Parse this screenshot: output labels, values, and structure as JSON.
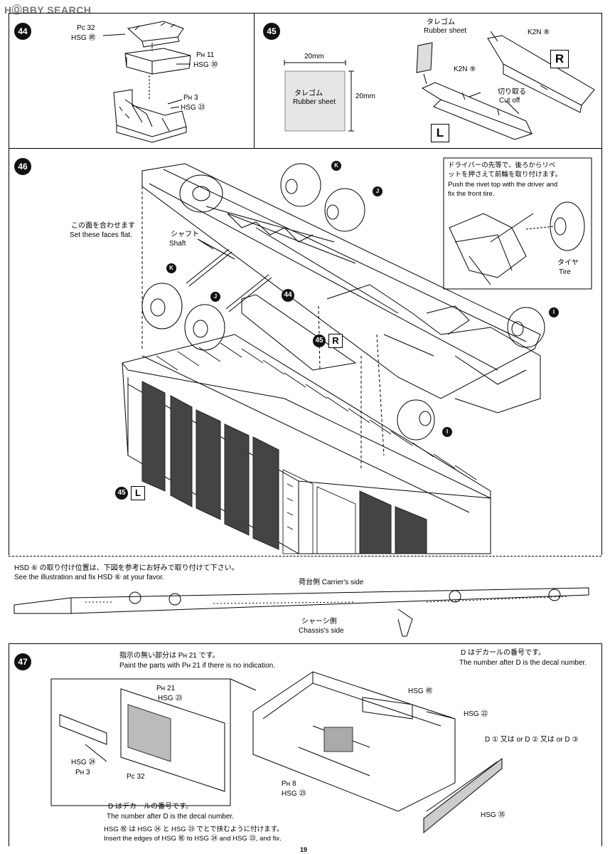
{
  "watermark": "HⓄBBY SEARCH",
  "page_number": "19",
  "steps": {
    "s44": {
      "number": "44",
      "labels": [
        "Pᴄ 32",
        "HSG ㊗",
        "Pʜ 11",
        "HSG ㉚",
        "Pʜ 3",
        "HSG ㉓"
      ]
    },
    "s45": {
      "number": "45",
      "sheet_width": "20mm",
      "sheet_height": "20mm",
      "sheet_jp": "タレゴム",
      "sheet_en": "Rubber sheet",
      "top_jp": "タレゴム",
      "top_en": "Rubber sheet",
      "k2n8": "K2N ⑧",
      "k2n9": "K2N ⑨",
      "cut_jp": "切り取る",
      "cut_en": "Cut off",
      "right_mark": "R",
      "left_mark": "L"
    },
    "s46": {
      "number": "46",
      "faces_jp": "この面を合わせます",
      "faces_en": "Set these faces flat.",
      "shaft_jp": "シャフト",
      "shaft_en": "Shaft",
      "detail_jp1": "ドライバーの先等で、後ろからリベ",
      "detail_jp2": "ットを押さえて前輪を取り付けます。",
      "detail_en1": "Push the rivet top with the driver and",
      "detail_en2": "fix the  front tire.",
      "tire_jp": "タイヤ",
      "tire_en": "Tire",
      "callout_k": "K",
      "callout_j": "J",
      "callout_i": "I",
      "ref44": "44",
      "ref45": "45",
      "mark_r": "R",
      "mark_l": "L"
    },
    "hsd_note": {
      "jp": "HSD ⑥ の取り付け位置は、下図を参考にお好みで取り付けて下さい。",
      "en": "See the illustration and fix HSD ⑥ at your favor.",
      "carrier": "荷台側 Carrier's side",
      "chassis_jp": "シャーシ側",
      "chassis_en": "Chassis's side"
    },
    "s47": {
      "number": "47",
      "paint_jp": "指示の無い部分は Pʜ 21 です。",
      "paint_en": "Paint the parts with Pʜ 21 if there is no indication.",
      "decal_jp": "D はデカールの番号です。",
      "decal_en": "The number after D is the decal number.",
      "decal_jp2": "D はデカールの番号です。",
      "decal_en2": "The number after D is the decal number.",
      "decal_choice": "D ① 又は or D ② 又は or D ③",
      "labels": {
        "ph21": "Pʜ 21",
        "hsg23a": "HSG ㉓",
        "hsg24": "HSG ㉔",
        "ph3": "Pʜ 3",
        "pc32": "Pᴄ 32",
        "hsg32": "HSG ㊗",
        "hsg22": "HSG ㉒",
        "ph8": "Pʜ 8",
        "hsg23b": "HSG ㉓",
        "hsg35": "HSG ㉟"
      },
      "insert_jp": "HSG ㊗ は HSG ㉔ と HSG ㉓ でとで挟むように付けます。",
      "insert_en": "Insert the edges of HSG ㊗ to HSG ㉔ and HSG ㉓, and fix."
    }
  }
}
